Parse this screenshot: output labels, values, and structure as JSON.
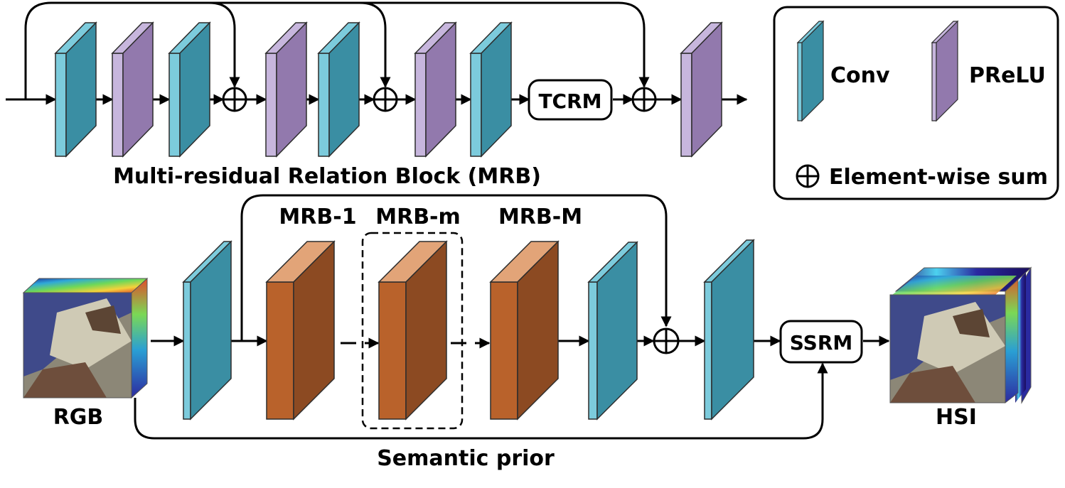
{
  "top_block": {
    "title": "Multi-residual Relation Block (MRB)",
    "tcrm_label": "TCRM"
  },
  "legend": {
    "conv_label": "Conv",
    "prelu_label": "PReLU",
    "sum_label": "Element-wise sum"
  },
  "bottom_network": {
    "rgb_label": "RGB",
    "hsi_label": "HSI",
    "mrb_1_label": "MRB-1",
    "mrb_m_label": "MRB-m",
    "mrb_M_label": "MRB-M",
    "ssrm_label": "SSRM",
    "prior_label": "Semantic prior"
  },
  "colors": {
    "conv": "#3a8ea3",
    "conv_side": "#7ccbdc",
    "prelu": "#9279ad",
    "prelu_side": "#c7b6dd",
    "mrb_front": "#b9622b",
    "mrb_side": "#8c4a22",
    "mrb_top": "#e2a478"
  }
}
